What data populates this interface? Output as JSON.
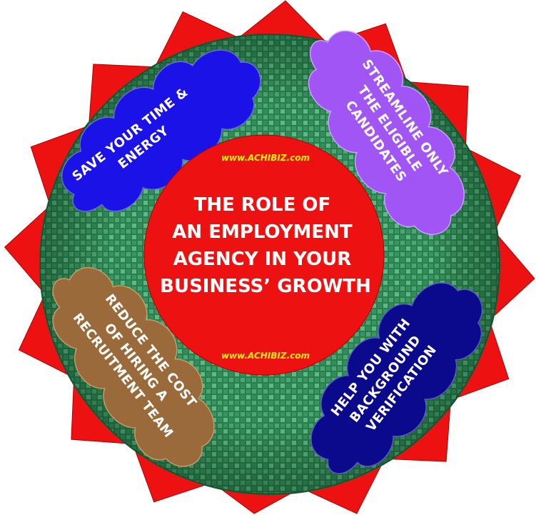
{
  "center": {
    "lines": [
      "THE ROLE OF",
      "AN EMPLOYMENT",
      "AGENCY IN YOUR",
      "BUSINESS’ GROWTH"
    ],
    "website_top": "www.ACHIBIZ.com",
    "website_bottom": "www.ACHIBIZ.com"
  },
  "clouds": {
    "top_left": {
      "lines": [
        "SAVE YOUR TIME &",
        "ENERGY"
      ]
    },
    "top_right": {
      "lines": [
        "STREAMLINE ONLY",
        "THE ELIGIBLE",
        "CANDIDATES"
      ]
    },
    "bottom_left": {
      "lines": [
        "REDUCE THE COST",
        "OF HIRING A",
        "RECRUITMENT TEAM"
      ]
    },
    "bottom_right": {
      "lines": [
        "HELP YOU WITH",
        "BACKGROUND",
        "VERIFICATION"
      ]
    }
  },
  "colors": {
    "star": "#ee1111",
    "circle_green": "#2f8a55",
    "circle_tile_light": "#4fb27a",
    "center": "#ee1111",
    "cloud_top_left": "#1a12e6",
    "cloud_top_right": "#a155f5",
    "cloud_bottom_left": "#9b6a3a",
    "cloud_bottom_right": "#0c0a8c",
    "website": "#ffee00"
  }
}
